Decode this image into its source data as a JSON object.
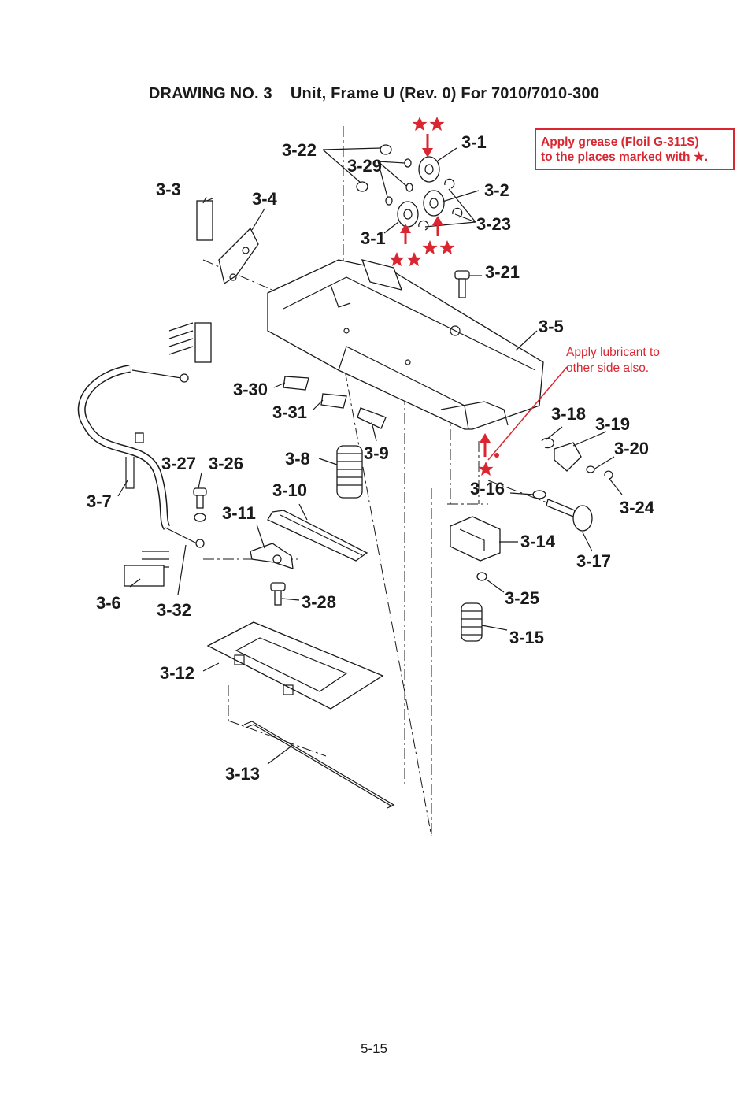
{
  "title": "DRAWING NO. 3    Unit, Frame U (Rev. 0) For 7010/7010-300",
  "notes": {
    "grease_line1": "Apply grease (Floil G-311S)",
    "grease_line2": "to the places marked with ★.",
    "lubricant_line1": "Apply lubricant to",
    "lubricant_line2": "other side also."
  },
  "callouts": [
    "3-1",
    "3-22",
    "3-29",
    "3-2",
    "3-3",
    "3-4",
    "3-23",
    "3-1",
    "3-21",
    "3-5",
    "3-30",
    "3-31",
    "3-9",
    "3-18",
    "3-19",
    "3-20",
    "3-8",
    "3-27",
    "3-26",
    "3-7",
    "3-10",
    "3-16",
    "3-24",
    "3-11",
    "3-14",
    "3-17",
    "3-6",
    "3-32",
    "3-28",
    "3-25",
    "3-15",
    "3-12",
    "3-13"
  ],
  "page_number": "5-15",
  "colors": {
    "accent": "#d92630",
    "line": "#1a1a1a"
  }
}
